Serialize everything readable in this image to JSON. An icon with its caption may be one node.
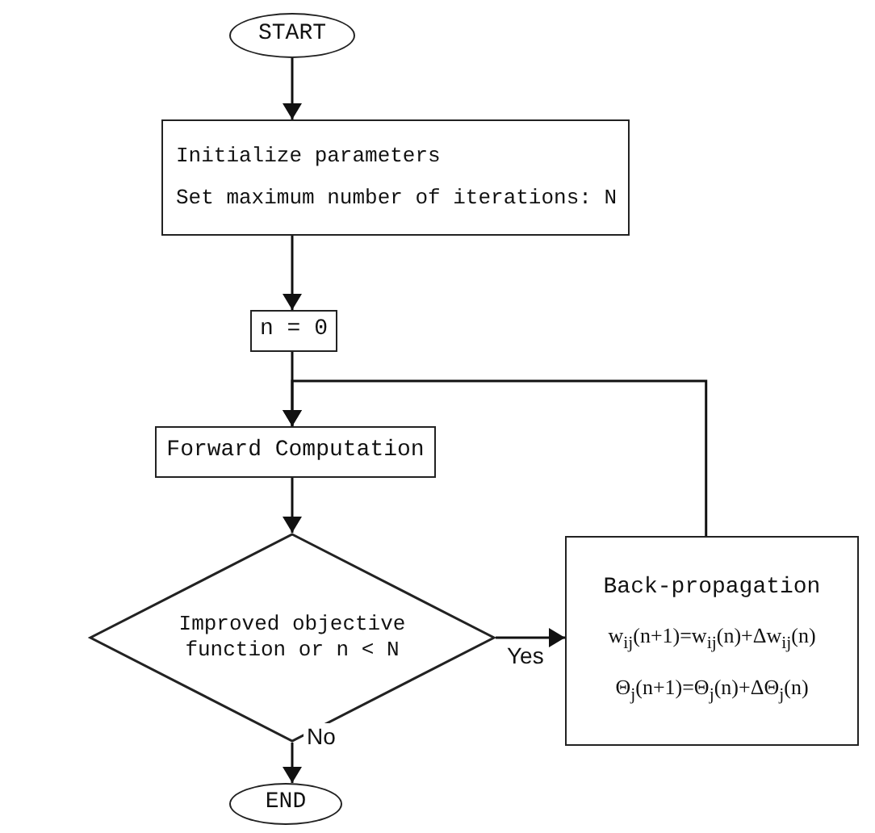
{
  "diagram": {
    "nodes": [
      {
        "text": [
          "START"
        ]
      },
      {
        "text": [
          "Initialize parameters",
          "Set maximum number of iterations: N"
        ]
      },
      {
        "text": [
          "n = 0"
        ]
      },
      {
        "text": [
          "Forward Computation"
        ]
      },
      {
        "text": [
          "Improved objective function or n < N"
        ]
      },
      {
        "text": [
          "Back-propagation",
          "w$_{ij}$(n+1)=w$_{ij}$(n)+Δw$_{ij}$(n)",
          "Θ$_{j}$(n+1)=Θ$_{j}$(n)+ΔΘ$_{j}$(n)"
        ]
      },
      {
        "text": [
          "END"
        ]
      }
    ],
    "edges": [
      {
        "from": 0,
        "to": 1,
        "arrow": "to"
      },
      {
        "from": 1,
        "to": 2,
        "arrow": "to"
      },
      {
        "from": 2,
        "to": 3,
        "arrow": "to"
      },
      {
        "from": 3,
        "to": 4,
        "arrow": "to"
      },
      {
        "from": 4,
        "to": 5,
        "arrow": "to",
        "label": "Yes"
      },
      {
        "from": 5,
        "to": 3,
        "arrow": "to"
      },
      {
        "from": 4,
        "to": 6,
        "arrow": "to",
        "label": "No"
      }
    ]
  }
}
